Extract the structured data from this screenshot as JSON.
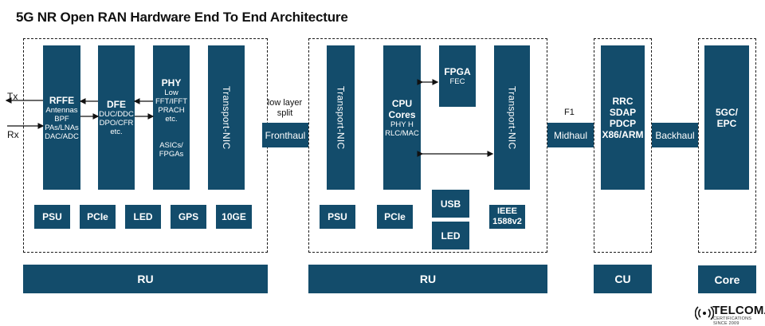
{
  "title": "5G NR Open RAN Hardware End To End Architecture",
  "ru1": {
    "rffe": {
      "title": "RFFE",
      "lines": [
        "Antennas",
        "BPF",
        "PAs/LNAs",
        "DAC/ADC"
      ]
    },
    "dfe": {
      "title": "DFE",
      "lines": [
        "DUC/DDC",
        "DPO/CFR",
        "etc."
      ]
    },
    "phy": {
      "title": "PHY",
      "lines": [
        "Low",
        "FFT/IFFT",
        "PRACH",
        "etc."
      ],
      "extra": [
        "ASICs/",
        "FPGAs"
      ]
    },
    "transport_nic": "Transport-NIC",
    "tx": "Tx",
    "rx": "Rx",
    "bottom": [
      "PSU",
      "PCIe",
      "LED",
      "GPS",
      "10GE"
    ],
    "label": "RU"
  },
  "fronthaul": {
    "note_line1": "low layer",
    "note_line2": "split",
    "label": "Fronthaul"
  },
  "ru2": {
    "transport_nic_left": "Transport-NIC",
    "cpu": {
      "title_line1": "CPU",
      "title_line2": "Cores",
      "lines": [
        "PHY H",
        "RLC/MAC"
      ]
    },
    "fpga": {
      "title": "FPGA",
      "sub": "FEC"
    },
    "transport_nic_right": "Transport-NIC",
    "bottom": {
      "psu": "PSU",
      "pcie": "PCIe",
      "usb": "USB",
      "led": "LED",
      "ieee_line1": "IEEE",
      "ieee_line2": "1588v2"
    },
    "label": "RU"
  },
  "midhaul": {
    "note": "F1",
    "label": "Midhaul"
  },
  "cu": {
    "lines": [
      "RRC",
      "SDAP",
      "PDCP",
      "X86/ARM"
    ],
    "label": "CU"
  },
  "backhaul": {
    "label": "Backhaul"
  },
  "core": {
    "line1": "5GC/",
    "line2": "EPC",
    "label": "Core"
  },
  "logo": {
    "name": "TELCOMA",
    "tagline": "CERTIFICATIONS SINCE 2009"
  },
  "colors": {
    "block": "#134c6b",
    "border": "#1a1a1a",
    "text": "#ffffff"
  }
}
